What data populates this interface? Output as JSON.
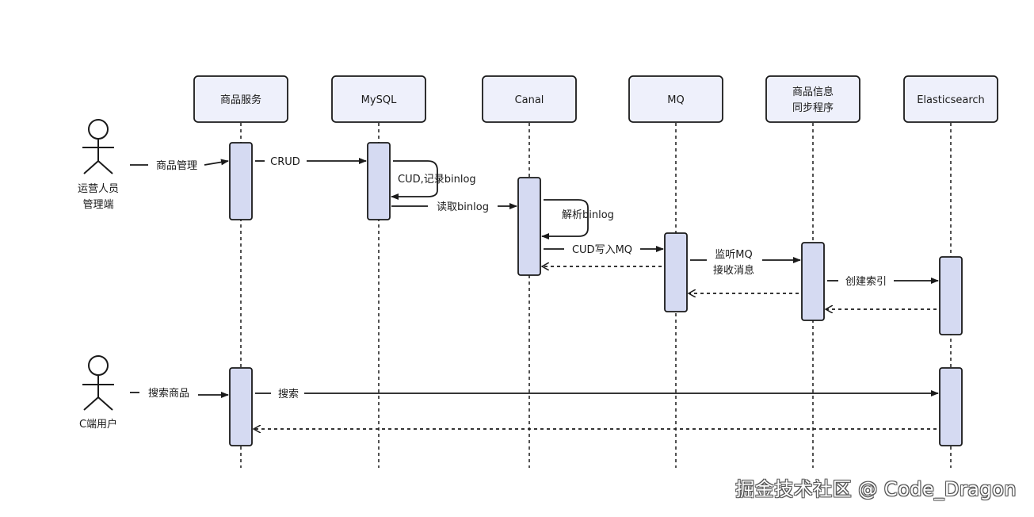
{
  "participants": {
    "product_service": "商品服务",
    "mysql": "MySQL",
    "canal": "Canal",
    "mq": "MQ",
    "sync_program": [
      "商品信息",
      "同步程序"
    ],
    "elasticsearch": "Elasticsearch"
  },
  "actors": {
    "operator": [
      "运营人员",
      "管理端"
    ],
    "c_user": "C端用户"
  },
  "messages": {
    "product_manage": "商品管理",
    "crud": "CRUD",
    "cud_binlog": "CUD,记录binlog",
    "read_binlog": "读取binlog",
    "parse_binlog": "解析binlog",
    "cud_write_mq": "CUD写入MQ",
    "listen_mq": [
      "监听MQ",
      "接收消息"
    ],
    "create_index": "创建索引",
    "search_product": "搜索商品",
    "search": "搜索"
  },
  "watermark": "掘金技术社区 @ Code_Dragon",
  "colors": {
    "box_fill": "#eef0fb",
    "activation_fill": "#d5daf2",
    "stroke": "#1a1a1a"
  }
}
